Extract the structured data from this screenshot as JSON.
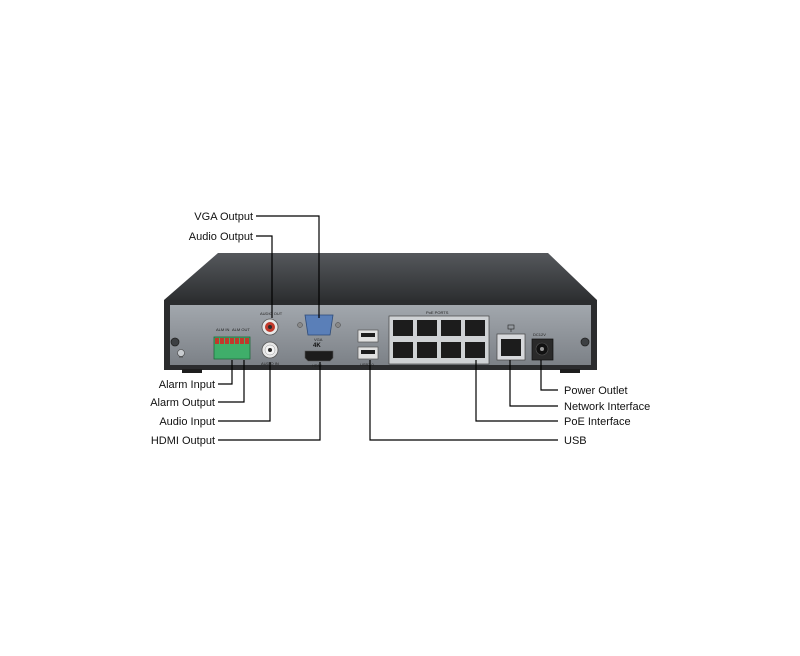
{
  "callouts": {
    "vga_output": "VGA Output",
    "audio_output": "Audio Output",
    "alarm_input": "Alarm Input",
    "alarm_output": "Alarm Output",
    "audio_input": "Audio Input",
    "hdmi_output": "HDMI Output",
    "power_outlet": "Power Outlet",
    "network_interface": "Network Interface",
    "poe_interface": "PoE Interface",
    "usb": "USB"
  },
  "panel_labels": {
    "alm_in": "ALM IN",
    "alm_out": "ALM OUT",
    "audio_out": "AUDIO OUT",
    "audio_in": "AUDIO IN",
    "vga": "VGA",
    "hdmi_4k": "4K",
    "hdmi": "HDMI",
    "usb_label": "USB2.0",
    "poe_ports": "PoE PORTS",
    "dc": "DC12V"
  },
  "colors": {
    "chassis_top": "#3a3a3a",
    "chassis_panel": "#8e949a",
    "terminal_green": "#3fae6a",
    "vga_blue": "#5a7fb8",
    "rca_red": "#c0392b"
  }
}
